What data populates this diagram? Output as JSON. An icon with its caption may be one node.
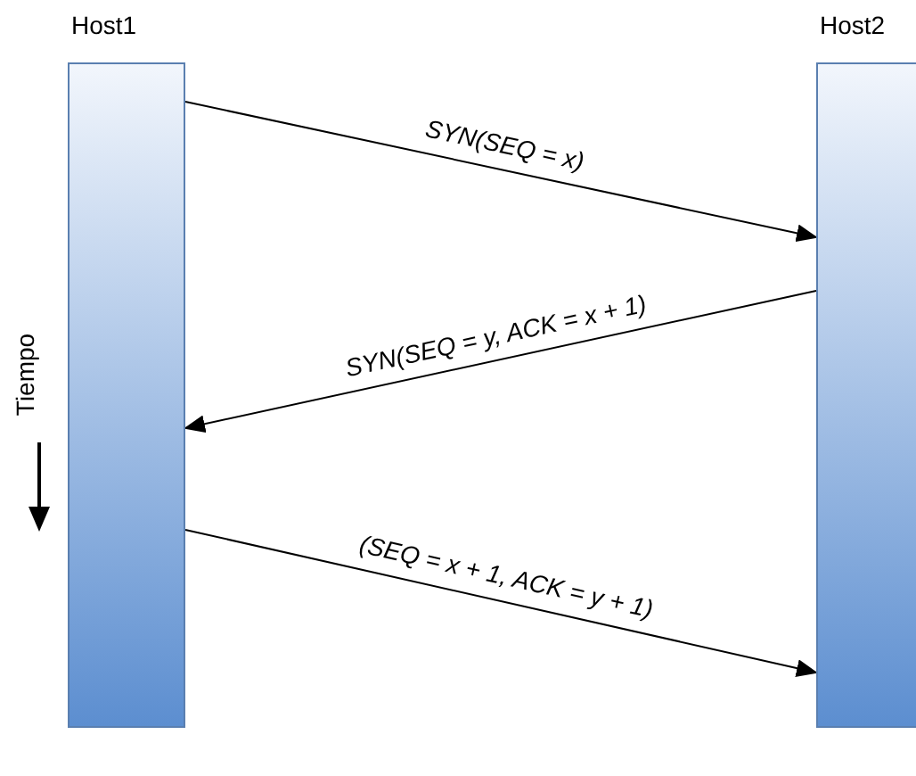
{
  "diagram": {
    "nodes": [
      {
        "text": [
          "Host1"
        ]
      },
      {
        "text": [
          "Host2"
        ]
      }
    ],
    "edges": [
      {
        "from": 0,
        "to": 1,
        "arrow": "to",
        "label": "SYN(SEQ = x)"
      },
      {
        "from": 1,
        "to": 0,
        "arrow": "to",
        "label": "SYN(SEQ = y, ACK = x + 1)"
      },
      {
        "from": 0,
        "to": 1,
        "arrow": "to",
        "label": "(SEQ = x + 1, ACK = y + 1)"
      }
    ],
    "labels": [
      "Tiempo"
    ]
  }
}
